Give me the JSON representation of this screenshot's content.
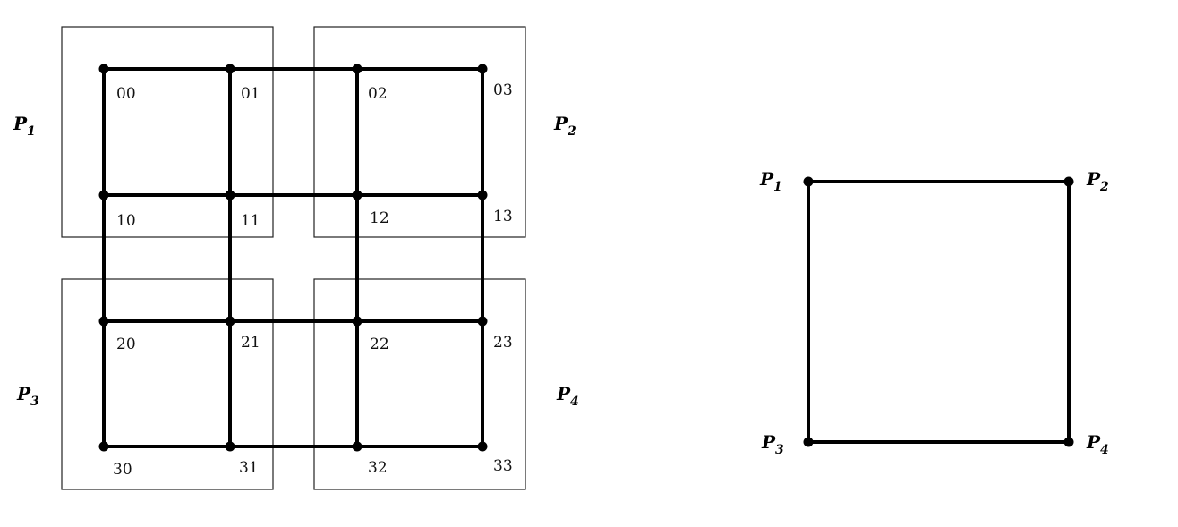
{
  "left_diagram": {
    "processors": [
      {
        "id": "P1",
        "letter": "P",
        "sub": "1"
      },
      {
        "id": "P2",
        "letter": "P",
        "sub": "2"
      },
      {
        "id": "P3",
        "letter": "P",
        "sub": "3"
      },
      {
        "id": "P4",
        "letter": "P",
        "sub": "4"
      }
    ],
    "grid_labels": [
      [
        "00",
        "01",
        "02",
        "03"
      ],
      [
        "10",
        "11",
        "12",
        "13"
      ],
      [
        "20",
        "21",
        "22",
        "23"
      ],
      [
        "30",
        "31",
        "32",
        "33"
      ]
    ]
  },
  "right_diagram": {
    "nodes": [
      {
        "id": "P1",
        "letter": "P",
        "sub": "1"
      },
      {
        "id": "P2",
        "letter": "P",
        "sub": "2"
      },
      {
        "id": "P3",
        "letter": "P",
        "sub": "3"
      },
      {
        "id": "P4",
        "letter": "P",
        "sub": "4"
      }
    ]
  },
  "colors": {
    "stroke": "#000000",
    "box": "#222222",
    "background": "#ffffff"
  }
}
